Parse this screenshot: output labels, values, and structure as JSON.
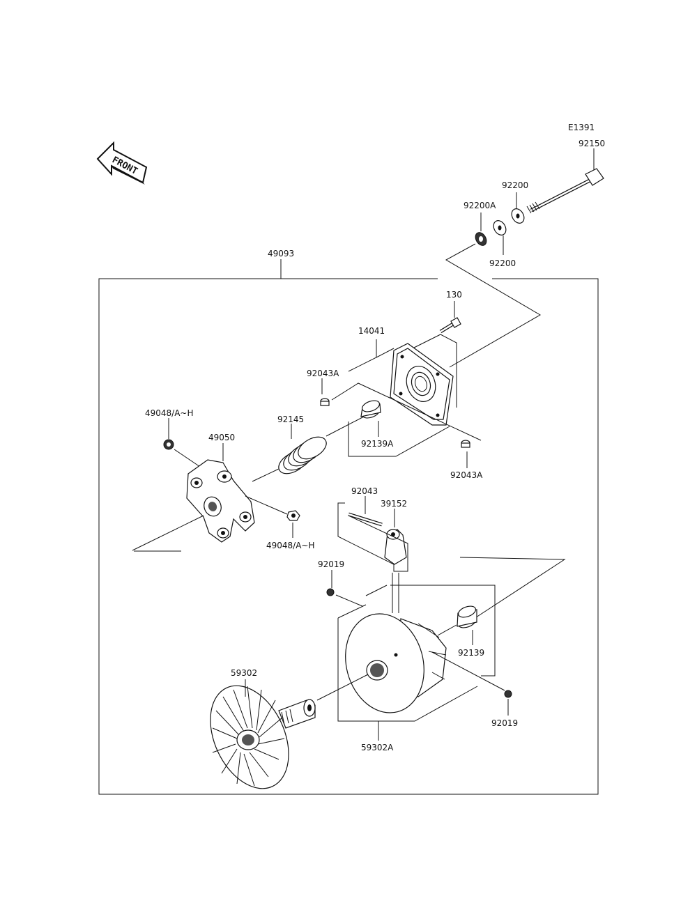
{
  "diagram_code": "E1391",
  "front_label": "FRONT",
  "labels": {
    "assembly": "49093",
    "bolt": "92150",
    "washer_top": "92200",
    "washer_a": "92200A",
    "washer_bottom": "92200",
    "screw": "130",
    "cover": "14041",
    "pin_a_top": "92043A",
    "pin_a_bottom": "92043A",
    "spring": "92145",
    "bushing_a": "92139A",
    "nut_top": "49048/A~H",
    "spider": "49050",
    "nut_bottom": "49048/A~H",
    "pin": "92043",
    "weight": "39152",
    "nut_small_left": "92019",
    "bushing": "92139",
    "nut_small_right": "92019",
    "fixed_sheave": "59302",
    "movable_sheave": "59302A"
  }
}
